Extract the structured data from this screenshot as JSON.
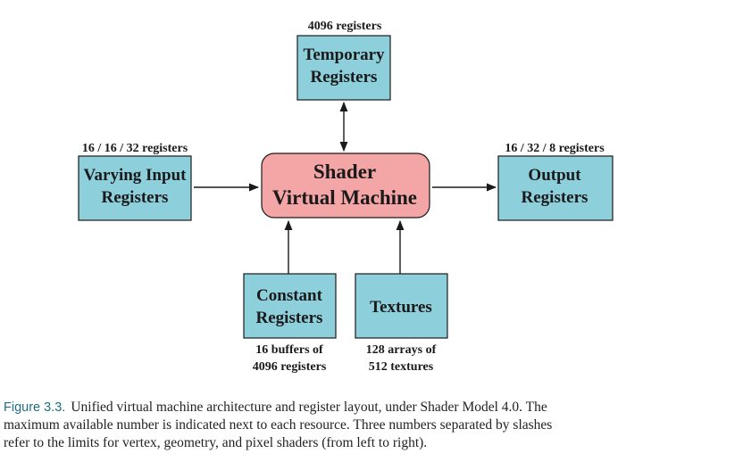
{
  "nodes": {
    "temporary": {
      "lines": [
        "Temporary",
        "Registers"
      ],
      "limit": "4096 registers"
    },
    "varying_input": {
      "lines": [
        "Varying Input",
        "Registers"
      ],
      "limit": "16 / 16 / 32 registers"
    },
    "shader": {
      "lines": [
        "Shader",
        "Virtual Machine"
      ]
    },
    "output": {
      "lines": [
        "Output",
        "Registers"
      ],
      "limit": "16 / 32 / 8 registers"
    },
    "constant": {
      "lines": [
        "Constant",
        "Registers"
      ],
      "limit": [
        "16 buffers of",
        "4096 registers"
      ]
    },
    "textures": {
      "lines": [
        "Textures"
      ],
      "limit": [
        "128 arrays of",
        "512 textures"
      ]
    }
  },
  "caption": {
    "label": "Figure 3.3.",
    "lines": [
      "Unified virtual machine architecture and register layout, under Shader Model 4.0. The",
      "maximum available number is indicated next to each resource. Three numbers separated by slashes",
      "refer to the limits for vertex, geometry, and pixel shaders (from left to right)."
    ]
  },
  "colors": {
    "register_box": "#8ecfdc",
    "shader_box": "#f4a5a6",
    "stroke": "#1a1a1a"
  }
}
